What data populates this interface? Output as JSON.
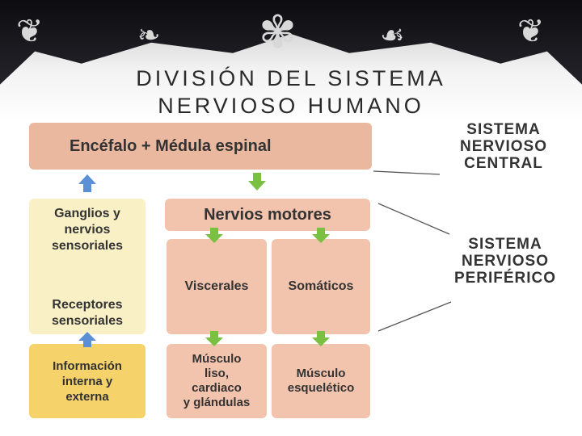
{
  "slide": {
    "title_line1": "DIVISIÓN DEL SISTEMA",
    "title_line2": "NERVIOSO HUMANO"
  },
  "diagram": {
    "top_box": "Encéfalo + Médula espinal",
    "motor_box": "Nervios motores",
    "visceral_box": "Viscerales",
    "somatic_box": "Somáticos",
    "smooth_muscle_box": [
      "Músculo",
      "liso,",
      "cardiaco",
      "y glándulas"
    ],
    "skeletal_muscle_box": [
      "Músculo",
      "esquelético"
    ],
    "ganglia_box": [
      "Ganglios y",
      "nervios",
      "sensoriales"
    ],
    "receptors_box": [
      "Receptores",
      "sensoriales"
    ],
    "info_box": [
      "Información",
      "interna y",
      "externa"
    ],
    "central_label": [
      "SISTEMA",
      "NERVIOSO",
      "CENTRAL"
    ],
    "peripheral_label": [
      "SISTEMA",
      "NERVIOSO",
      "PERIFÉRICO"
    ]
  },
  "colors": {
    "salmon": "#f2c3ad",
    "yellow": "#f6d26a",
    "pale_yellow": "#faf0c6",
    "green_arrow": "#7ac143",
    "blue_arrow": "#5b8fd6"
  }
}
